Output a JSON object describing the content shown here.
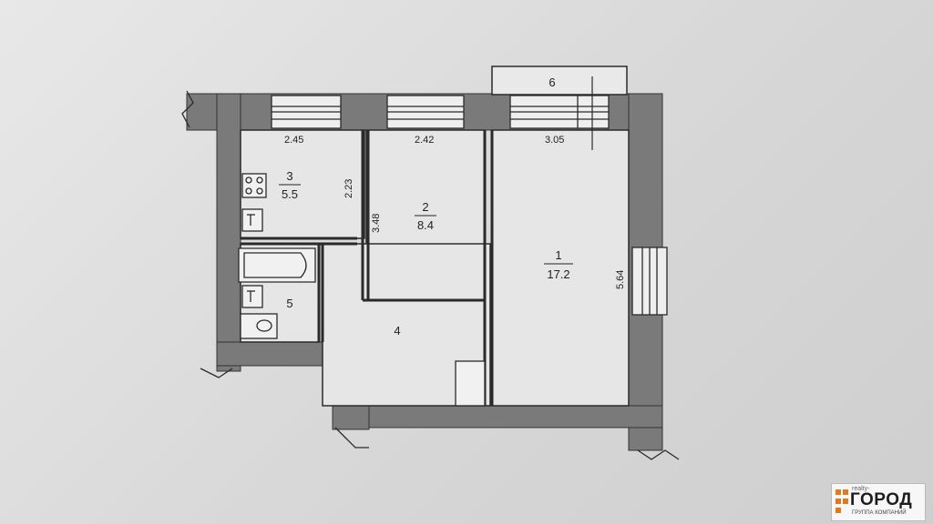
{
  "plan": {
    "dimensions": {
      "kitchen_width": "2.45",
      "room2_width": "2.42",
      "room1_width": "3.05",
      "kitchen_length": "2.23",
      "room2_length": "3.48",
      "room1_length": "5.64"
    },
    "rooms": {
      "room1": {
        "number": "1",
        "area": "17.2"
      },
      "room2": {
        "number": "2",
        "area": "8.4"
      },
      "room3": {
        "number": "3",
        "area": "5.5"
      },
      "room4": {
        "number": "4"
      },
      "room5": {
        "number": "5"
      },
      "balcony": {
        "number": "6"
      }
    }
  },
  "logo": {
    "small_text": "realty-",
    "name": "ГОРОД",
    "subtitle": "ГРУППА КОМПАНИЙ"
  },
  "colors": {
    "wall": "#6f6f6f",
    "line": "#2a2a2a",
    "paper": "#e2e2e2",
    "logo_accent": "#e07a1a"
  }
}
